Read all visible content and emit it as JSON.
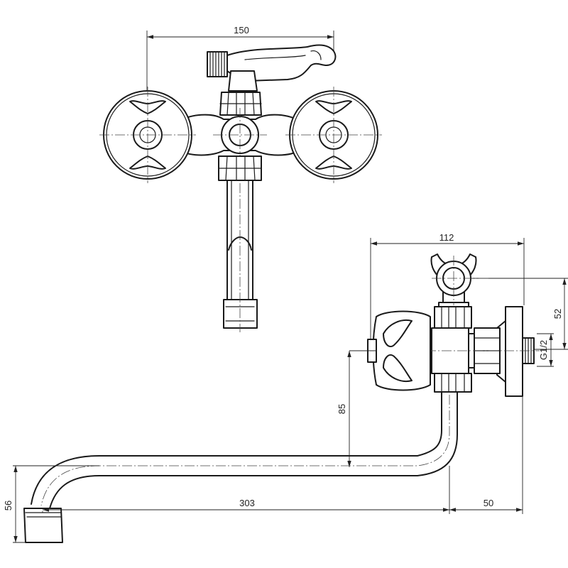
{
  "dimensions": {
    "top_width": "150",
    "side_width": "112",
    "outlet_height": "52",
    "thread": "G1/2",
    "spout_drop": "85",
    "spout_tip_height": "56",
    "spout_reach": "303",
    "wall_offset": "50"
  },
  "colors": {
    "line": "#1a1a1a",
    "background": "#ffffff"
  }
}
